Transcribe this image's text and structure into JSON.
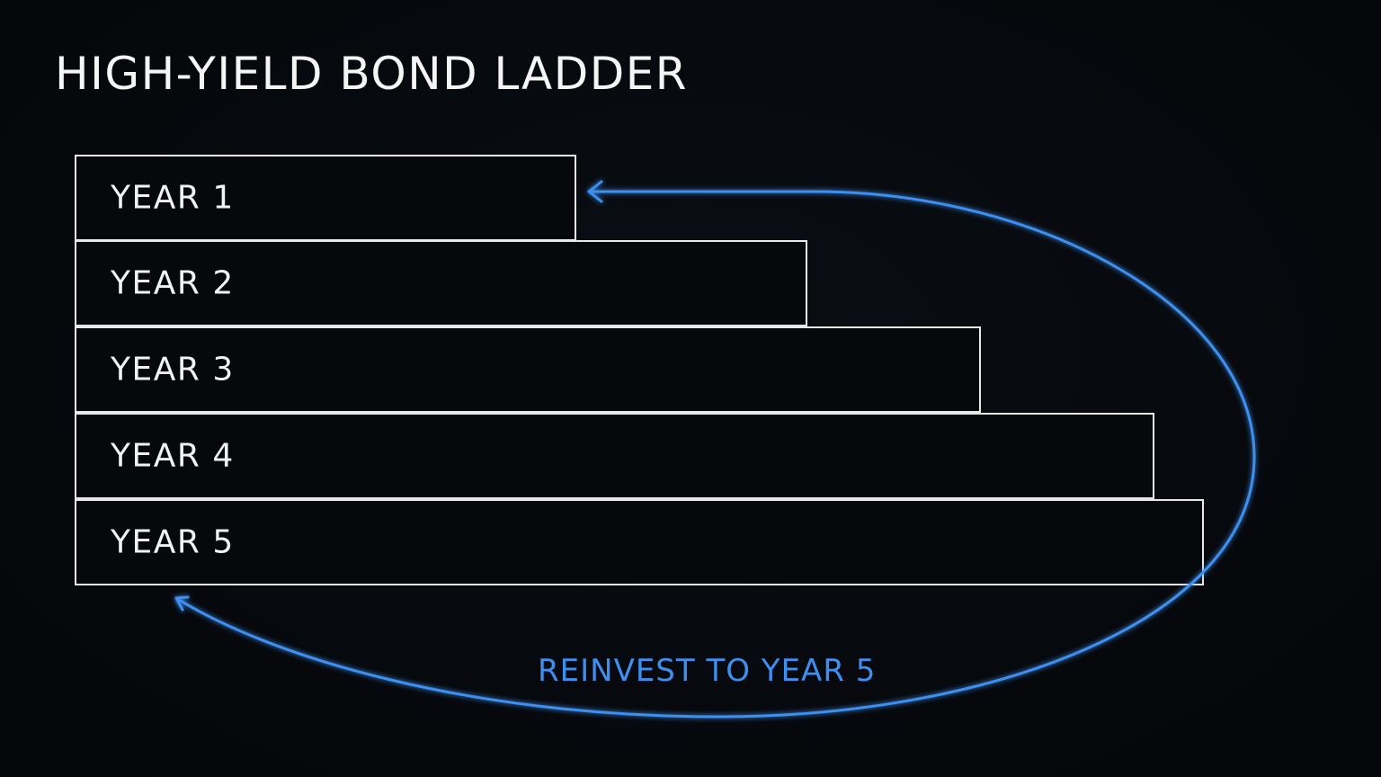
{
  "title": "HIGH-YIELD BOND LADDER",
  "rungs": [
    {
      "label": "YEAR 1"
    },
    {
      "label": "YEAR 2"
    },
    {
      "label": "YEAR 3"
    },
    {
      "label": "YEAR 4"
    },
    {
      "label": "YEAR 5"
    }
  ],
  "flow": {
    "label": "REINVEST TO YEAR 5",
    "color": "#3d8ff0"
  },
  "colors": {
    "background": "#06080c",
    "outline": "#e8e8e8",
    "accent": "#3d8ff0"
  }
}
